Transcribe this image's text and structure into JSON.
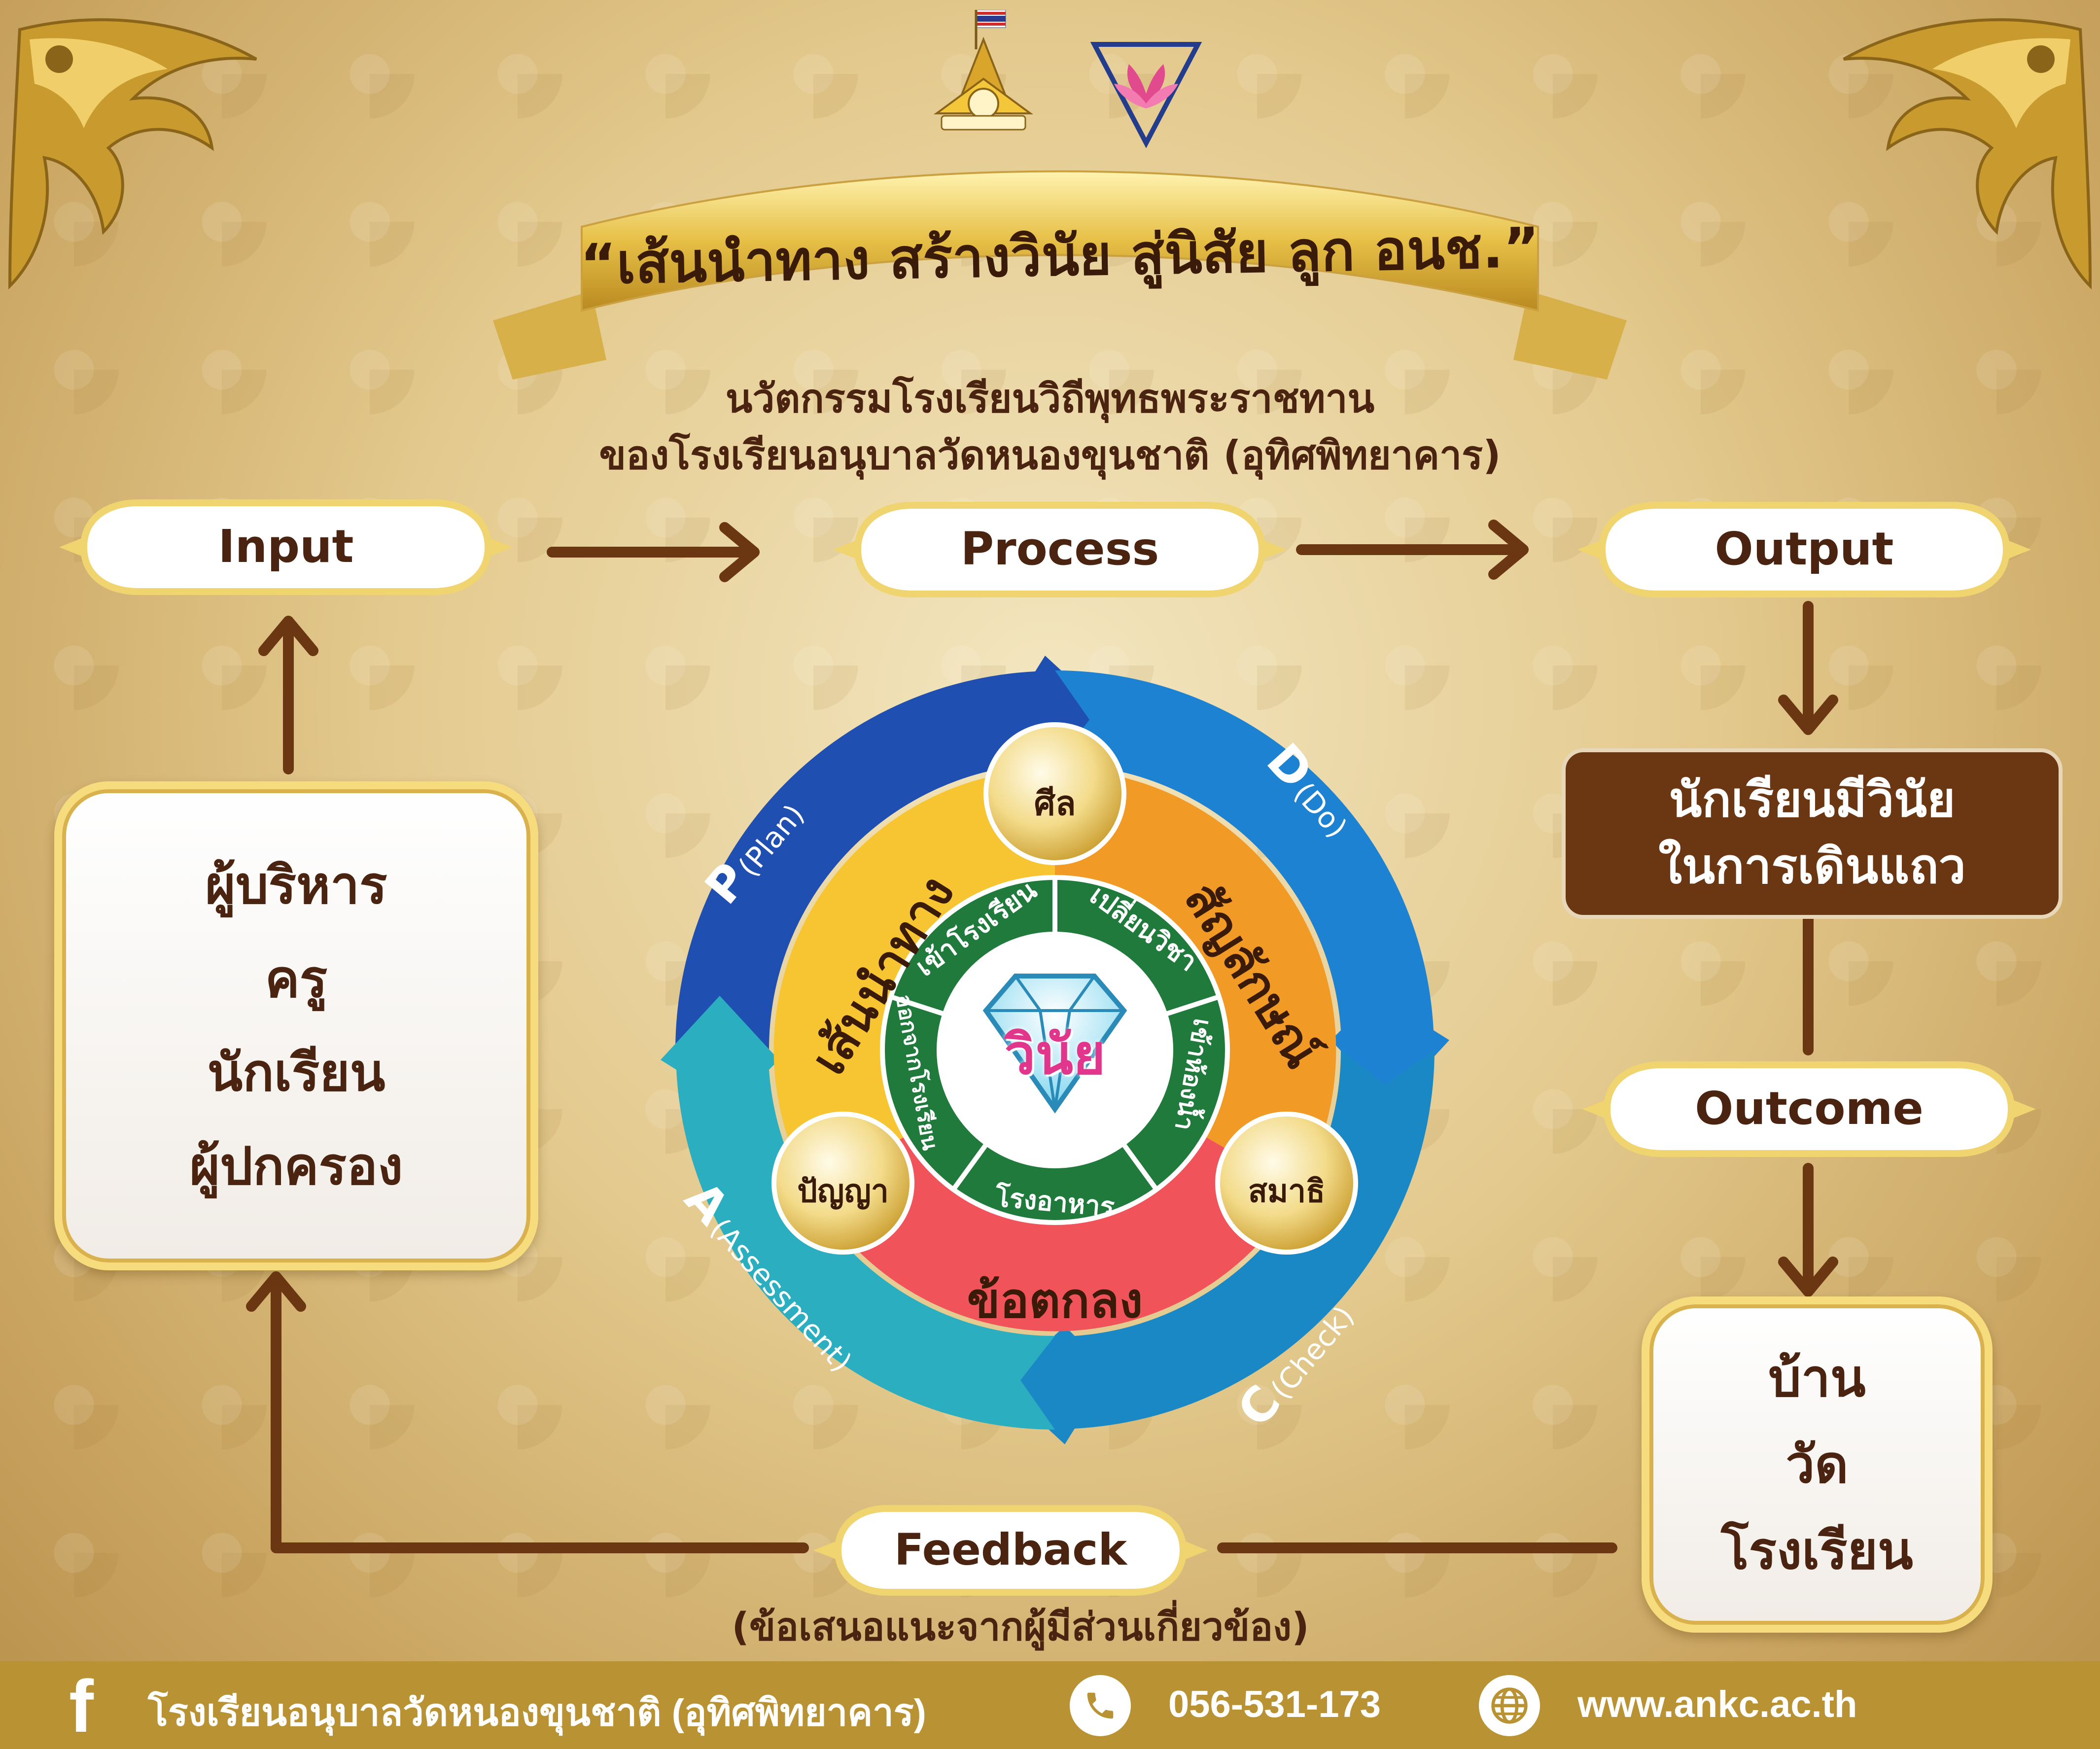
{
  "header": {
    "slogan": "“เส้นนำทาง สร้างวินัย สู่นิสัย ลูก อนช.”",
    "subtitle_line1": "นวัตกรรมโรงเรียนวิถีพุทธพระราชทาน",
    "subtitle_line2": "ของโรงเรียนอนุบาลวัดหนองขุนชาติ (อุทิศพิทยาคาร)"
  },
  "flow": {
    "input_label": "Input",
    "process_label": "Process",
    "output_label": "Output",
    "outcome_label": "Outcome",
    "feedback_label": "Feedback",
    "feedback_note": "(ข้อเสนอแนะจากผู้มีส่วนเกี่ยวข้อง)"
  },
  "input_box": {
    "items": [
      "ผู้บริหาร",
      "ครู",
      "นักเรียน",
      "ผู้ปกครอง"
    ]
  },
  "output_box": {
    "line1": "นักเรียนมีวินัย",
    "line2": "ในการเดินแถว"
  },
  "outcome_box": {
    "items": [
      "บ้าน",
      "วัด",
      "โรงเรียน"
    ]
  },
  "cycle": {
    "plan_letter": "P",
    "plan_word": "(Plan)",
    "do_letter": "D",
    "do_word": "(Do)",
    "check_letter": "C",
    "check_word": "(Check)",
    "assess_letter": "A",
    "assess_word": "(Assessment)"
  },
  "wheel": {
    "center": "วินัย",
    "outer_segments": [
      "เส้นนำทาง",
      "สัญลักษณ์",
      "ข้อตกลง"
    ],
    "inner_segments": [
      "เข้าโรงเรียน",
      "เปลี่ยนวิชา",
      "เข้าห้องน้ำ",
      "โรงอาหาร",
      "ออกจากโรงเรียน"
    ],
    "circles": [
      "ศีล",
      "สมาธิ",
      "ปัญญา"
    ]
  },
  "footer": {
    "facebook_icon": "facebook-icon",
    "school_name": "โรงเรียนอนุบาลวัดหนองขุนชาติ (อุทิศพิทยาคาร)",
    "phone_icon": "phone-icon",
    "phone": "056-531-173",
    "web_icon": "globe-icon",
    "website": "www.ankc.ac.th"
  },
  "colors": {
    "brown": "#6b3612",
    "plan_blue": "#1f4fb0",
    "do_blue": "#1e82d2",
    "check_blue": "#1a88c4",
    "assess_teal": "#2aaec0",
    "yellow": "#f7c531",
    "orange": "#f19a26",
    "red": "#f0545a",
    "green": "#1f7a3c",
    "footer_gold": "#b99233"
  }
}
